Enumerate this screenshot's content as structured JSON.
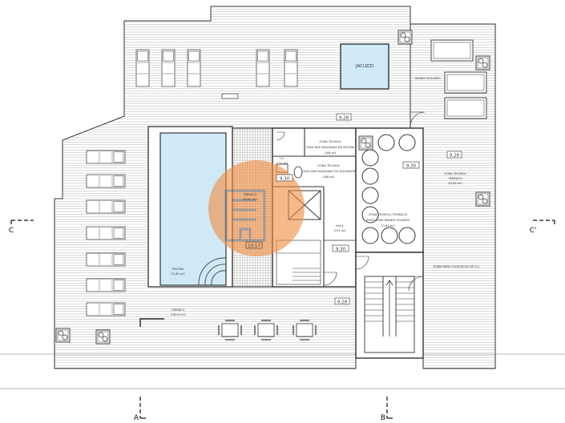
{
  "plan": {
    "elevations": {
      "roof": "9,28",
      "technical": "9,30",
      "hall": "9,30",
      "terrace_right": "9,28",
      "terrace_bottom": "9,28",
      "stair_landing": "10,57"
    },
    "rooms": {
      "jacuzzi": "JACUZZI",
      "solar_panels": "PAINEIS SOLARES",
      "tech_zone_pool": [
        "ZONA TECNICA",
        "CASA DAS MAQUINAS DA PISCINA",
        "3,88 m2"
      ],
      "tech_zone_elevator": [
        "ZONA TECNICA",
        "CASA DAS MAQUINAS DO ELEVADOR",
        "3,86 m2"
      ],
      "wc": [
        "I.S.",
        "2,31 m2"
      ],
      "terrace_mid": [
        "TERRACO",
        "10,81 m2"
      ],
      "pool": [
        "PISCINA",
        "21,85 m2"
      ],
      "hall": [
        "HALL",
        "3,91 m2"
      ],
      "tech_zone_solar": [
        "ZONA TECNICA (TERRACO)",
        "APOIO PARA PAINEIS SOLARES",
        "13,61 m2"
      ],
      "tech_terrace_right": [
        "ZONA TECNICA",
        "TERRACO",
        "59,85 m2"
      ],
      "ac_zone": "ZONA PARA COLOCACAO DE A.C.",
      "terrace_main": [
        "TERRACO",
        "138,93 m2"
      ]
    },
    "sections": {
      "c_left": "C",
      "c_right": "C'",
      "a": "A",
      "b": "B"
    }
  },
  "colors": {
    "line": "#333333",
    "hatch": "#9a9a9a",
    "pool": "#cfe9f7",
    "watermark": "#f08a3c"
  },
  "icons": {
    "watermark": "building-logo-icon",
    "vents": "ventilation-unit-icon"
  }
}
